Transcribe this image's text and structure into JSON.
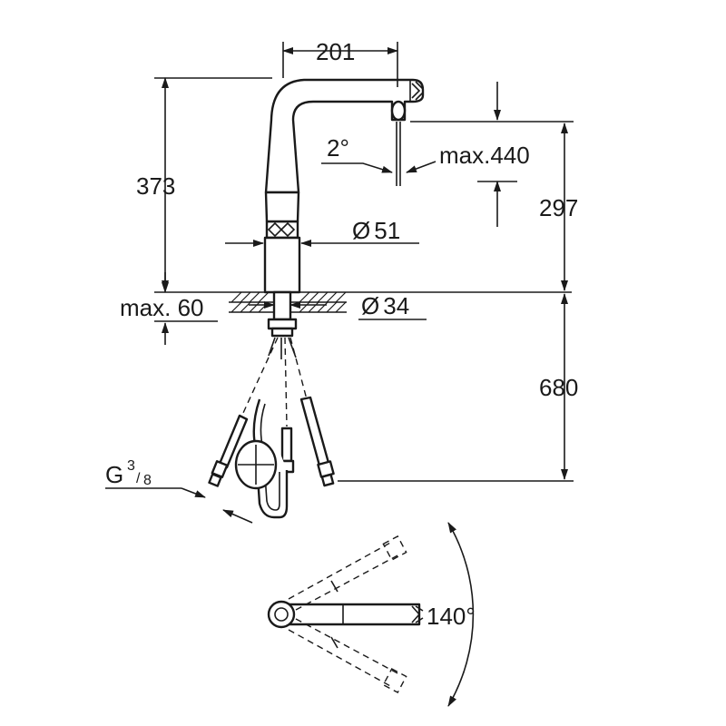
{
  "dimensions": {
    "spout_reach": "201",
    "total_height": "373",
    "outlet_height": "297",
    "pullout_length": "max.440",
    "spray_angle": "2°",
    "body_diameter": "51",
    "hole_diameter": "34",
    "deck_thickness": "max. 60",
    "hose_length": "680",
    "connection_thread_prefix": "G",
    "connection_thread_num": "3",
    "connection_thread_den": "8",
    "swivel_angle": "140°"
  },
  "symbols": {
    "diameter": "Ø"
  },
  "colors": {
    "line": "#1a1a1a",
    "background": "#ffffff"
  }
}
